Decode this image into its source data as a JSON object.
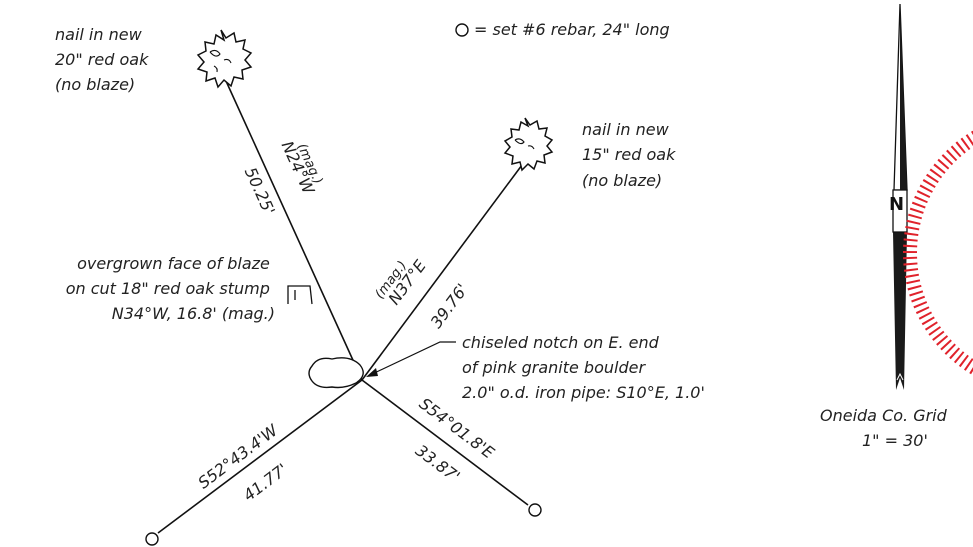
{
  "legend": "= set #6 rebar, 24\" long",
  "trees": {
    "nw": [
      "nail in new",
      "20\" red oak",
      "(no blaze)"
    ],
    "ne": [
      "nail in new",
      "15\" red oak",
      "(no blaze)"
    ]
  },
  "stump": [
    "overgrown face of blaze",
    "on cut 18\" red oak stump",
    "N34°W, 16.8' (mag.)"
  ],
  "boulder": [
    "chiseled notch on E. end",
    "of pink granite boulder",
    "2.0\" o.d. iron pipe: S10°E, 1.0'"
  ],
  "lines": {
    "nw": {
      "bearing": "N24°W",
      "mag": "(mag.)",
      "distance": "50.25'"
    },
    "ne": {
      "bearing": "N37°E",
      "mag": "(mag.)",
      "distance": "39.76'"
    },
    "sw": {
      "bearing": "S52°43.4'W",
      "distance": "41.77'"
    },
    "se": {
      "bearing": "S54°01.8'E",
      "distance": "33.87'"
    }
  },
  "north_arrow": {
    "letter": "N",
    "grid_label": "Oneida Co. Grid",
    "scale": "1\" = 30'"
  },
  "colors": {
    "ink": "#111111",
    "accent": "#e0222b"
  }
}
